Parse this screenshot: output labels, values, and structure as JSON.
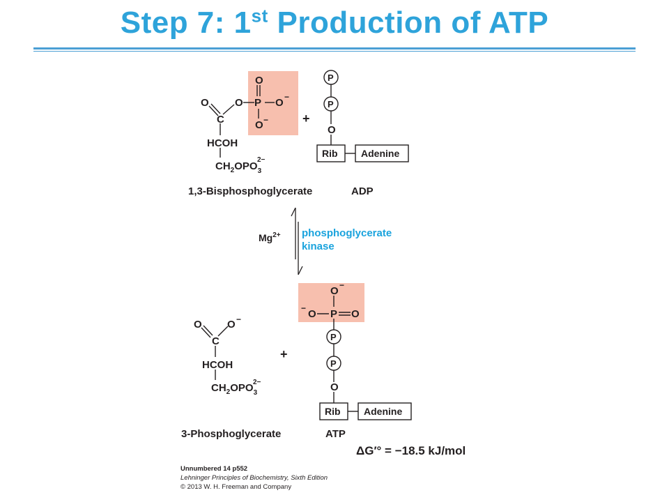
{
  "title": {
    "main": "Step 7: 1",
    "sup": "st",
    "rest": " Production of ATP"
  },
  "reactant1": {
    "o_dbl": "O",
    "bridge_o": "O",
    "p": "P",
    "o_top": "O",
    "o_right": "O",
    "o_bottom": "O",
    "c": "C",
    "hcoh": "HCOH",
    "ch2": "CH",
    "sub2": "2",
    "opo": "OPO",
    "sub3": "3",
    "charge": "2−",
    "neg": "−",
    "name": "1,3-Bisphosphoglycerate"
  },
  "reactant2": {
    "p1": "P",
    "p2": "P",
    "o": "O",
    "rib": "Rib",
    "adenine": "Adenine",
    "name": "ADP"
  },
  "plus": "+",
  "enzyme": {
    "cofactor": "Mg",
    "cofactor_charge": "2+",
    "line1": "phosphoglycerate",
    "line2": "kinase"
  },
  "product1": {
    "o_dbl": "O",
    "o_neg": "O",
    "c": "C",
    "hcoh": "HCOH",
    "ch2": "CH",
    "sub2": "2",
    "opo": "OPO",
    "sub3": "3",
    "charge": "2−",
    "neg": "−",
    "name": "3-Phosphoglycerate"
  },
  "product2": {
    "o_top": "O",
    "o_left": "O",
    "p_main": "P",
    "o_right": "O",
    "p1": "P",
    "p2": "P",
    "o": "O",
    "rib": "Rib",
    "adenine": "Adenine",
    "neg": "−",
    "name": "ATP"
  },
  "delta_g": {
    "symbol": "ΔG′° = −18.5 kJ/mol"
  },
  "credits": {
    "line1": "Unnumbered 14 p552",
    "line2": "Lehninger Principles of Biochemistry, Sixth Edition",
    "line3": "© 2013 W. H. Freeman and Company"
  },
  "colors": {
    "title": "#2ea3da",
    "highlight": "#f7bfae",
    "enzyme": "#1aa3dd"
  }
}
